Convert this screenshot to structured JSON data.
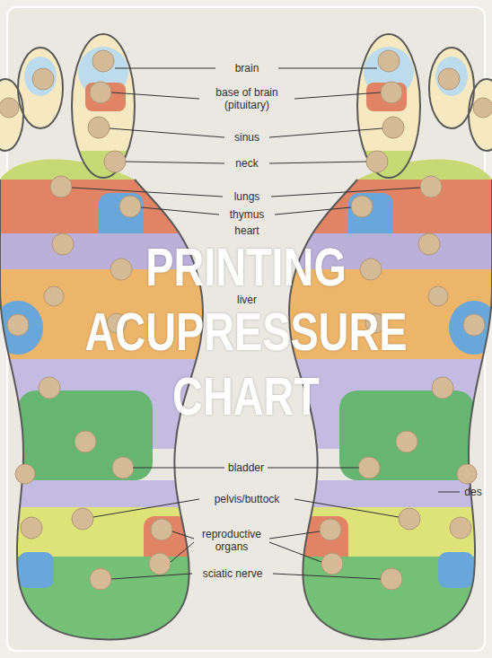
{
  "diagram": {
    "title": "PRINTING ACUPRESSURE CHART",
    "labels": [
      "brain",
      "base of brain (pituitary)",
      "sinus",
      "neck",
      "lungs",
      "thymus",
      "heart",
      "liver",
      "bladder",
      "pelvis/buttock",
      "reproductive organs",
      "sciatic nerve",
      "des"
    ]
  }
}
